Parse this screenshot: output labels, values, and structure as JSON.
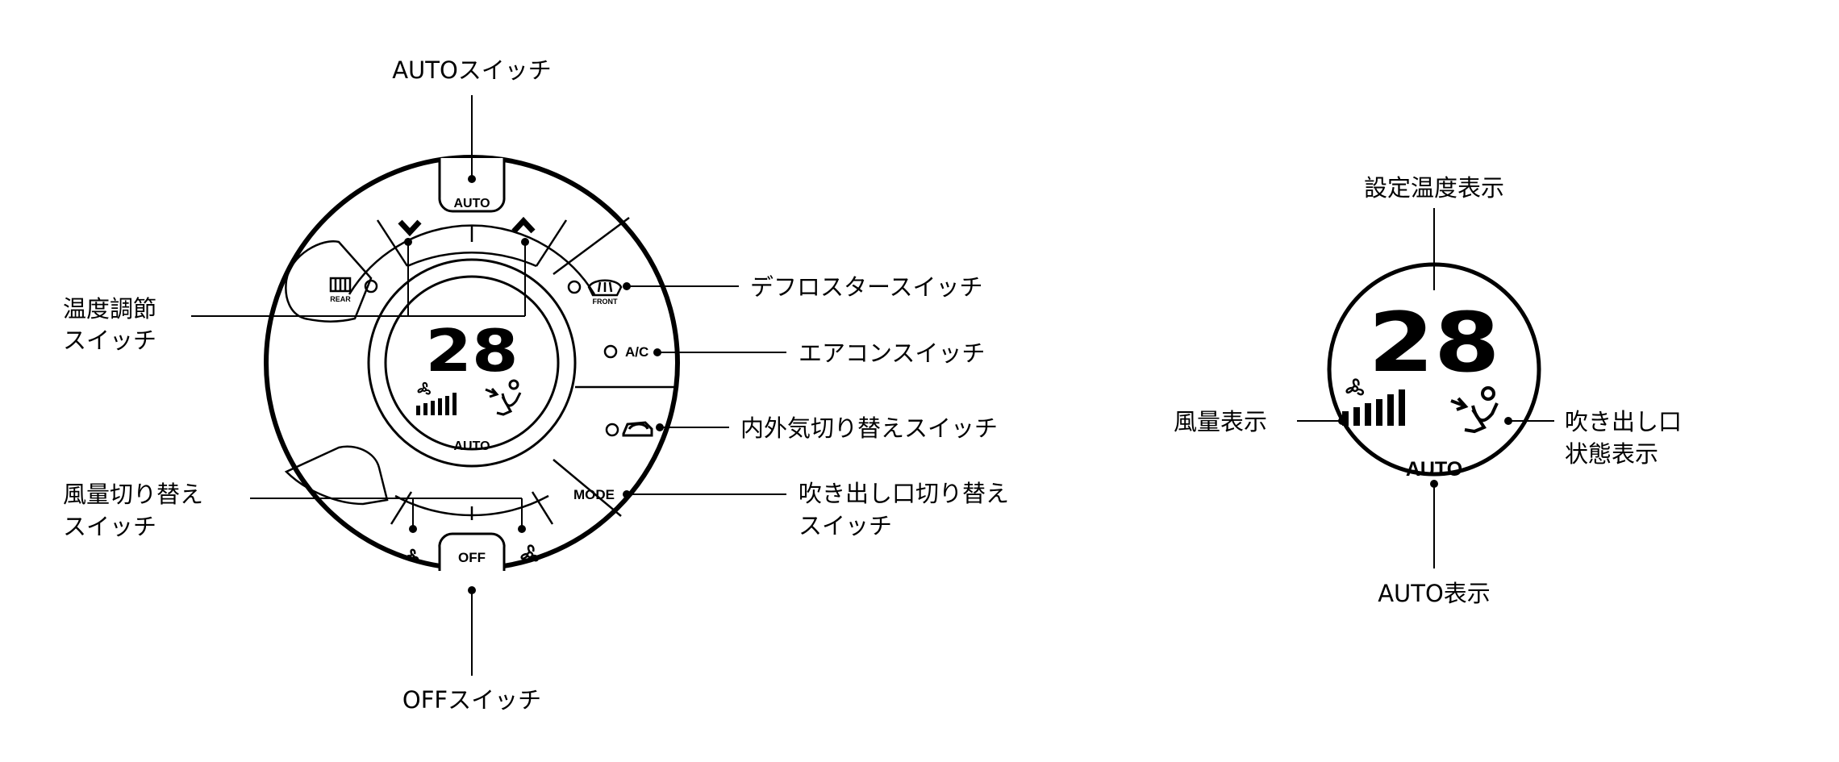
{
  "control_panel": {
    "display": {
      "temperature": "28",
      "mode_label": "AUTO"
    },
    "buttons": {
      "auto": "AUTO",
      "off": "OFF",
      "ac": "A/C",
      "mode": "MODE",
      "front_sub": "FRONT",
      "rear_sub": "REAR"
    },
    "callouts": {
      "auto_switch": "AUTOスイッチ",
      "temp_adjust_1": "温度調節",
      "temp_adjust_2": "スイッチ",
      "fan_switch_1": "風量切り替え",
      "fan_switch_2": "スイッチ",
      "off_switch": "OFFスイッチ",
      "defroster_switch": "デフロスタースイッチ",
      "ac_switch": "エアコンスイッチ",
      "recirc_switch": "内外気切り替えスイッチ",
      "vent_switch_1": "吹き出し口切り替え",
      "vent_switch_2": "スイッチ"
    }
  },
  "display_detail": {
    "temperature": "28",
    "mode_label": "AUTO",
    "callouts": {
      "set_temp": "設定温度表示",
      "fan_level": "風量表示",
      "vent_state_1": "吹き出し口",
      "vent_state_2": "状態表示",
      "auto_display": "AUTO表示"
    }
  }
}
